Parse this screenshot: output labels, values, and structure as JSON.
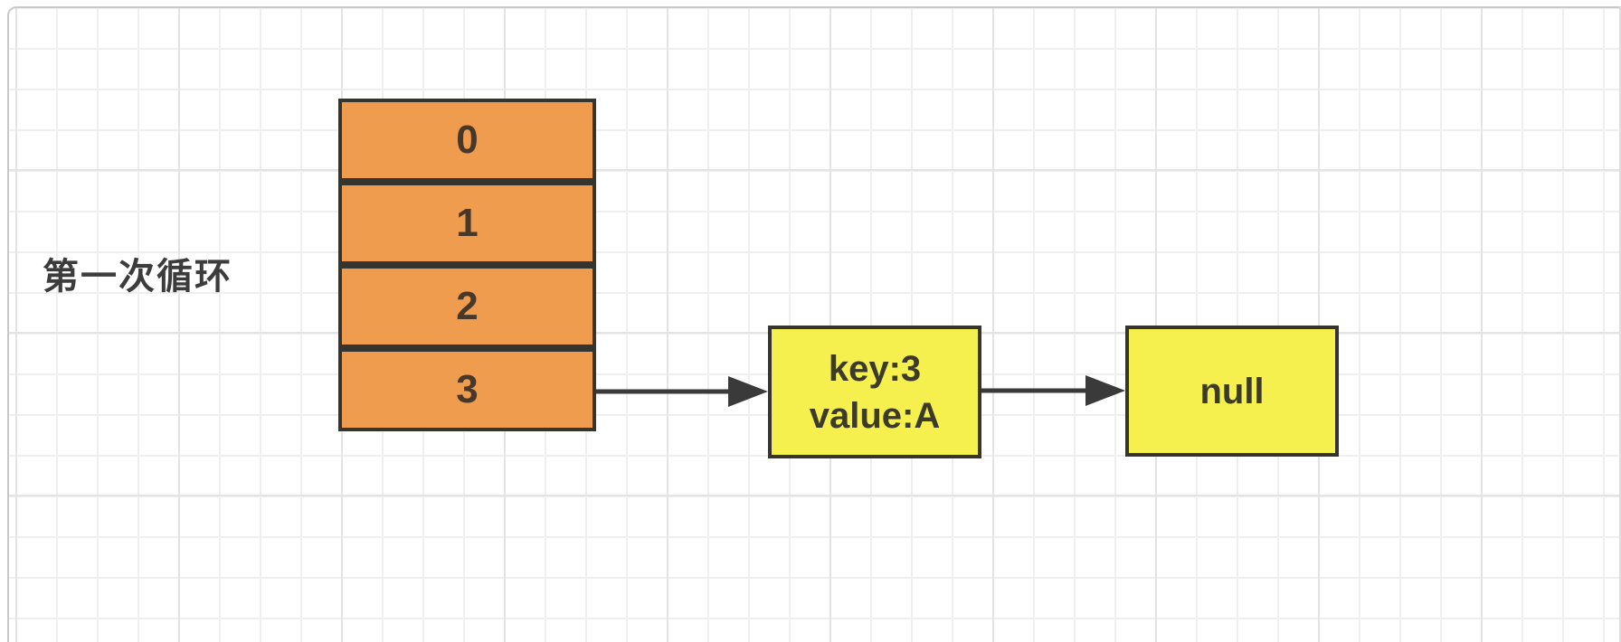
{
  "colors": {
    "array_fill": "#f09c4e",
    "node_fill": "#f5f04d",
    "shape_border": "#35342e",
    "arrow_color": "#3a3a3a",
    "label_text": "#3c3c3c",
    "cell_text": "#47382a",
    "node_text": "#3c3a28",
    "frame_border": "#c7c9cc",
    "grid_minor": "#efefef",
    "grid_major": "#e4e4e6"
  },
  "label": {
    "text": "第一次循环"
  },
  "array": {
    "cells": [
      "0",
      "1",
      "2",
      "3"
    ]
  },
  "nodes": {
    "entry": {
      "line1": "key:3",
      "line2": "value:A"
    },
    "next": {
      "text": "null"
    }
  }
}
